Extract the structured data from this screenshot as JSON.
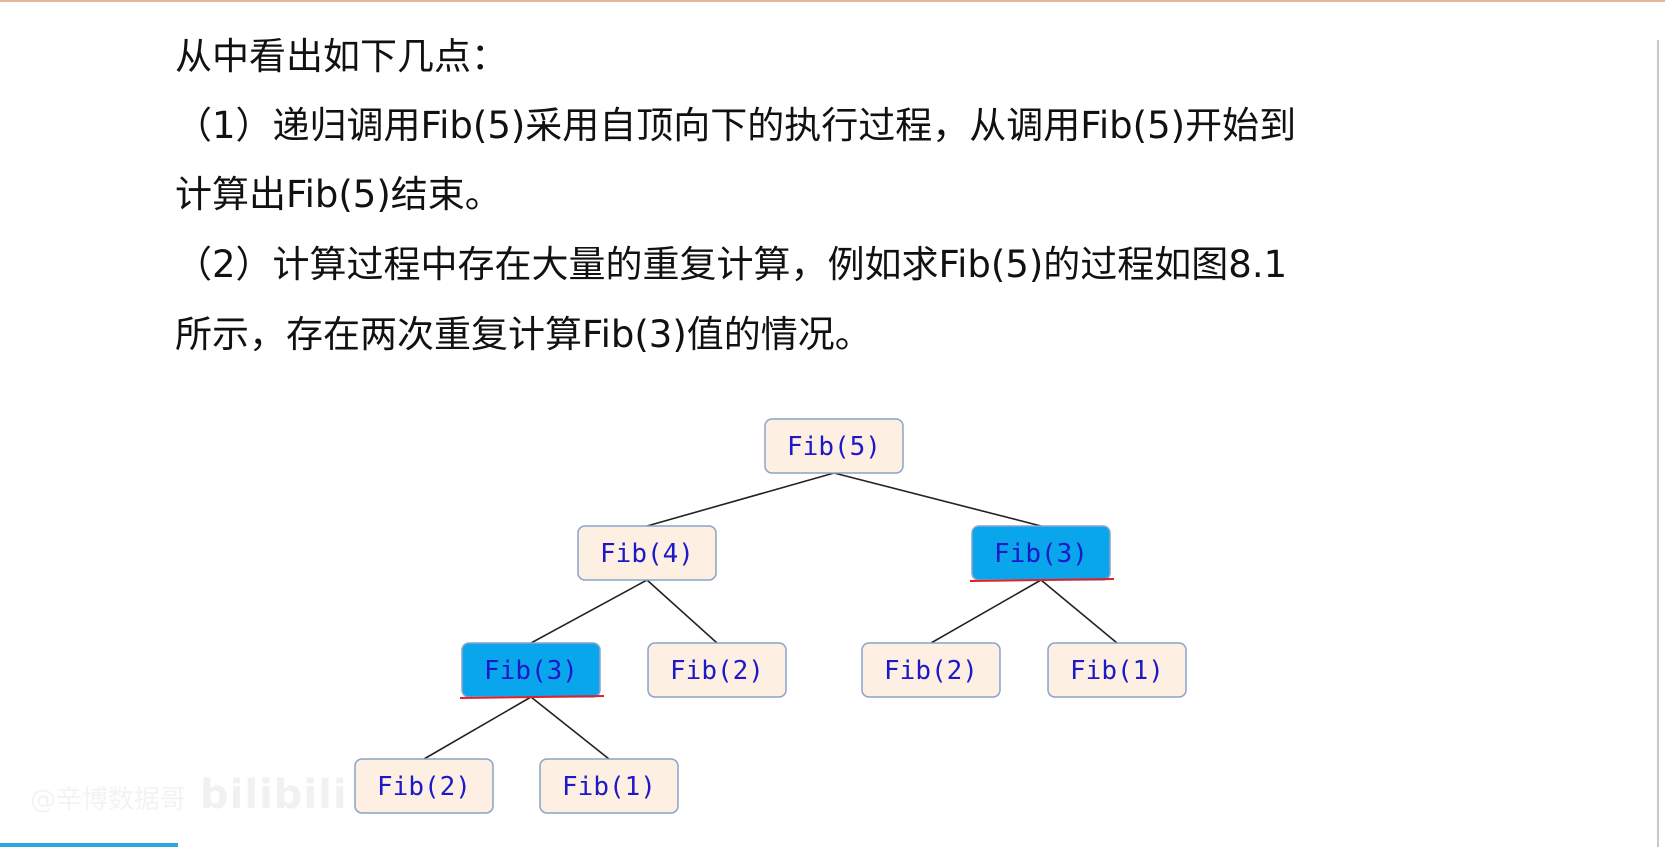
{
  "text": {
    "line1": "从中看出如下几点：",
    "line2": "（1）递归调用Fib(5)采用自顶向下的执行过程，从调用Fib(5)开始到",
    "line3": "计算出Fib(5)结束。",
    "line4": "（2）计算过程中存在大量的重复计算，例如求Fib(5)的过程如图8.1",
    "line5": "所示，存在两次重复计算Fib(3)值的情况。"
  },
  "tree": {
    "nodes": [
      {
        "id": "n5",
        "label": "Fib(5)",
        "highlight": false
      },
      {
        "id": "n4",
        "label": "Fib(4)",
        "highlight": false
      },
      {
        "id": "n3a",
        "label": "Fib(3)",
        "highlight": true
      },
      {
        "id": "n3b",
        "label": "Fib(3)",
        "highlight": true
      },
      {
        "id": "n2a",
        "label": "Fib(2)",
        "highlight": false
      },
      {
        "id": "n2b",
        "label": "Fib(2)",
        "highlight": false
      },
      {
        "id": "n1a",
        "label": "Fib(1)",
        "highlight": false
      },
      {
        "id": "n2c",
        "label": "Fib(2)",
        "highlight": false
      },
      {
        "id": "n1b",
        "label": "Fib(1)",
        "highlight": false
      }
    ],
    "edges": [
      [
        "n5",
        "n4"
      ],
      [
        "n5",
        "n3a"
      ],
      [
        "n4",
        "n3b"
      ],
      [
        "n4",
        "n2b"
      ],
      [
        "n3a",
        "n2a"
      ],
      [
        "n3a",
        "n1a"
      ],
      [
        "n3b",
        "n2c"
      ],
      [
        "n3b",
        "n1b"
      ]
    ],
    "colors": {
      "normal_fill": "#fdf0e2",
      "highlight_fill": "#0aa6ec",
      "label_color": "#1d18c9",
      "underline_color": "#e0202a"
    }
  },
  "watermark": {
    "text": "@辛博数据哥",
    "logo": "bilibili"
  }
}
